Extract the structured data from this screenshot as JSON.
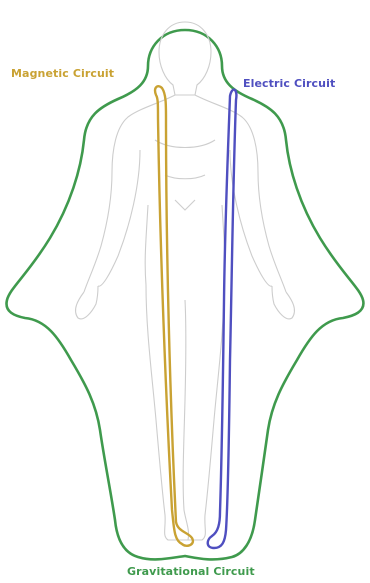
{
  "labels": {
    "magnetic": "Magnetic Circuit",
    "electric": "Electric Circuit",
    "gravitational": "Gravitational Circuit"
  },
  "colors": {
    "magnetic": "#c9a233",
    "electric": "#4f4fc0",
    "gravitational": "#3f9a4d",
    "body_line": "#c9c9c9"
  }
}
